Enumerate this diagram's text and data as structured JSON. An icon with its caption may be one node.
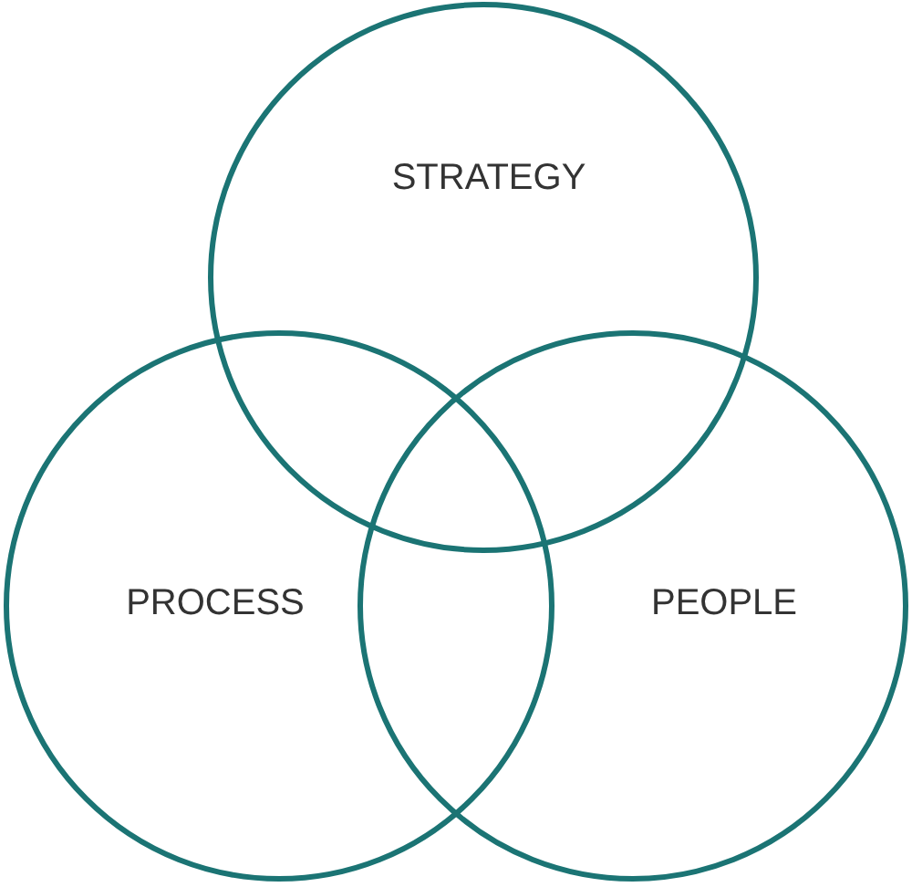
{
  "diagram": {
    "nodes": [
      {
        "text": [
          "STRATEGY"
        ]
      },
      {
        "text": [
          "PROCESS"
        ]
      },
      {
        "text": [
          "PEOPLE"
        ]
      }
    ]
  }
}
